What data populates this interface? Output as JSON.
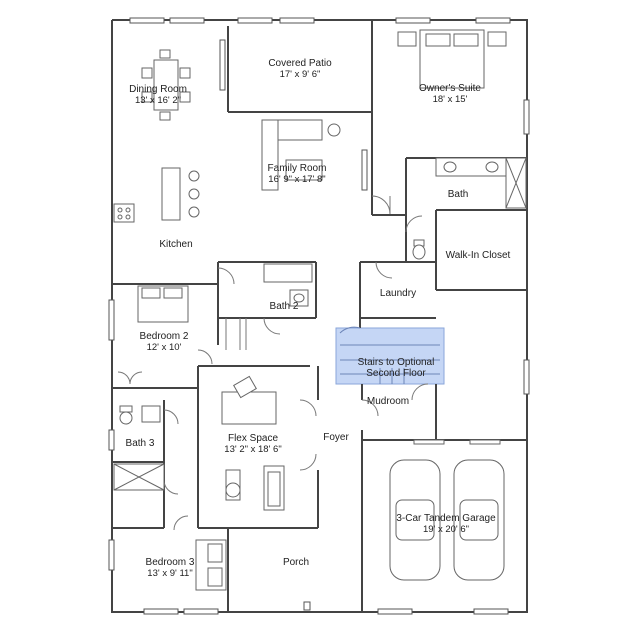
{
  "rooms": {
    "dining": {
      "name": "Dining Room",
      "dims": "13' x 16' 2\""
    },
    "patio": {
      "name": "Covered Patio",
      "dims": "17' x 9' 6\""
    },
    "owners": {
      "name": "Owner's Suite",
      "dims": "18' x 15'"
    },
    "family": {
      "name": "Family Room",
      "dims": "16' 9\" x 17' 8\""
    },
    "bath": {
      "name": "Bath"
    },
    "kitchen": {
      "name": "Kitchen"
    },
    "closet": {
      "name": "Walk-In Closet"
    },
    "bath2": {
      "name": "Bath 2"
    },
    "laundry": {
      "name": "Laundry"
    },
    "bedroom2": {
      "name": "Bedroom 2",
      "dims": "12' x 10'"
    },
    "stairs": {
      "name": "Stairs to Optional",
      "name2": "Second Floor"
    },
    "mudroom": {
      "name": "Mudroom"
    },
    "flex": {
      "name": "Flex Space",
      "dims": "13' 2\" x 18' 6\""
    },
    "foyer": {
      "name": "Foyer"
    },
    "bath3": {
      "name": "Bath 3"
    },
    "garage": {
      "name": "3-Car Tandem Garage",
      "dims": "19' x 20' 6\""
    },
    "bedroom3": {
      "name": "Bedroom 3",
      "dims": "13' x 9' 11\""
    },
    "porch": {
      "name": "Porch"
    }
  },
  "colors": {
    "stairs_highlight": "#c5d6f5",
    "walls": "#444444"
  }
}
